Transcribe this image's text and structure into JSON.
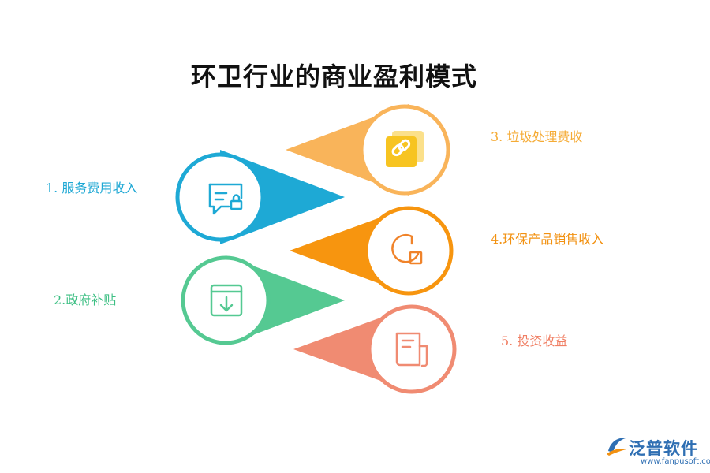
{
  "title": "环卫行业的商业盈利模式",
  "items": [
    {
      "label": "1.  服务费用收入",
      "color": "#1fa8d4",
      "icon": "chat-lock-icon"
    },
    {
      "label": "2.政府补贴",
      "color": "#3cbf83",
      "icon": "download-box-icon"
    },
    {
      "label": "3.  垃圾处理费收",
      "color": "#f5ab35",
      "icon": "link-icon"
    },
    {
      "label": "4.环保产品销售收入",
      "color": "#f29111",
      "icon": "pie-square-icon"
    },
    {
      "label": "5.  投资收益",
      "color": "#f07f64",
      "icon": "document-icon"
    }
  ],
  "logo": {
    "name": "泛普软件",
    "url": "www.fanpusoft.com",
    "color": "#2f6fb3"
  }
}
